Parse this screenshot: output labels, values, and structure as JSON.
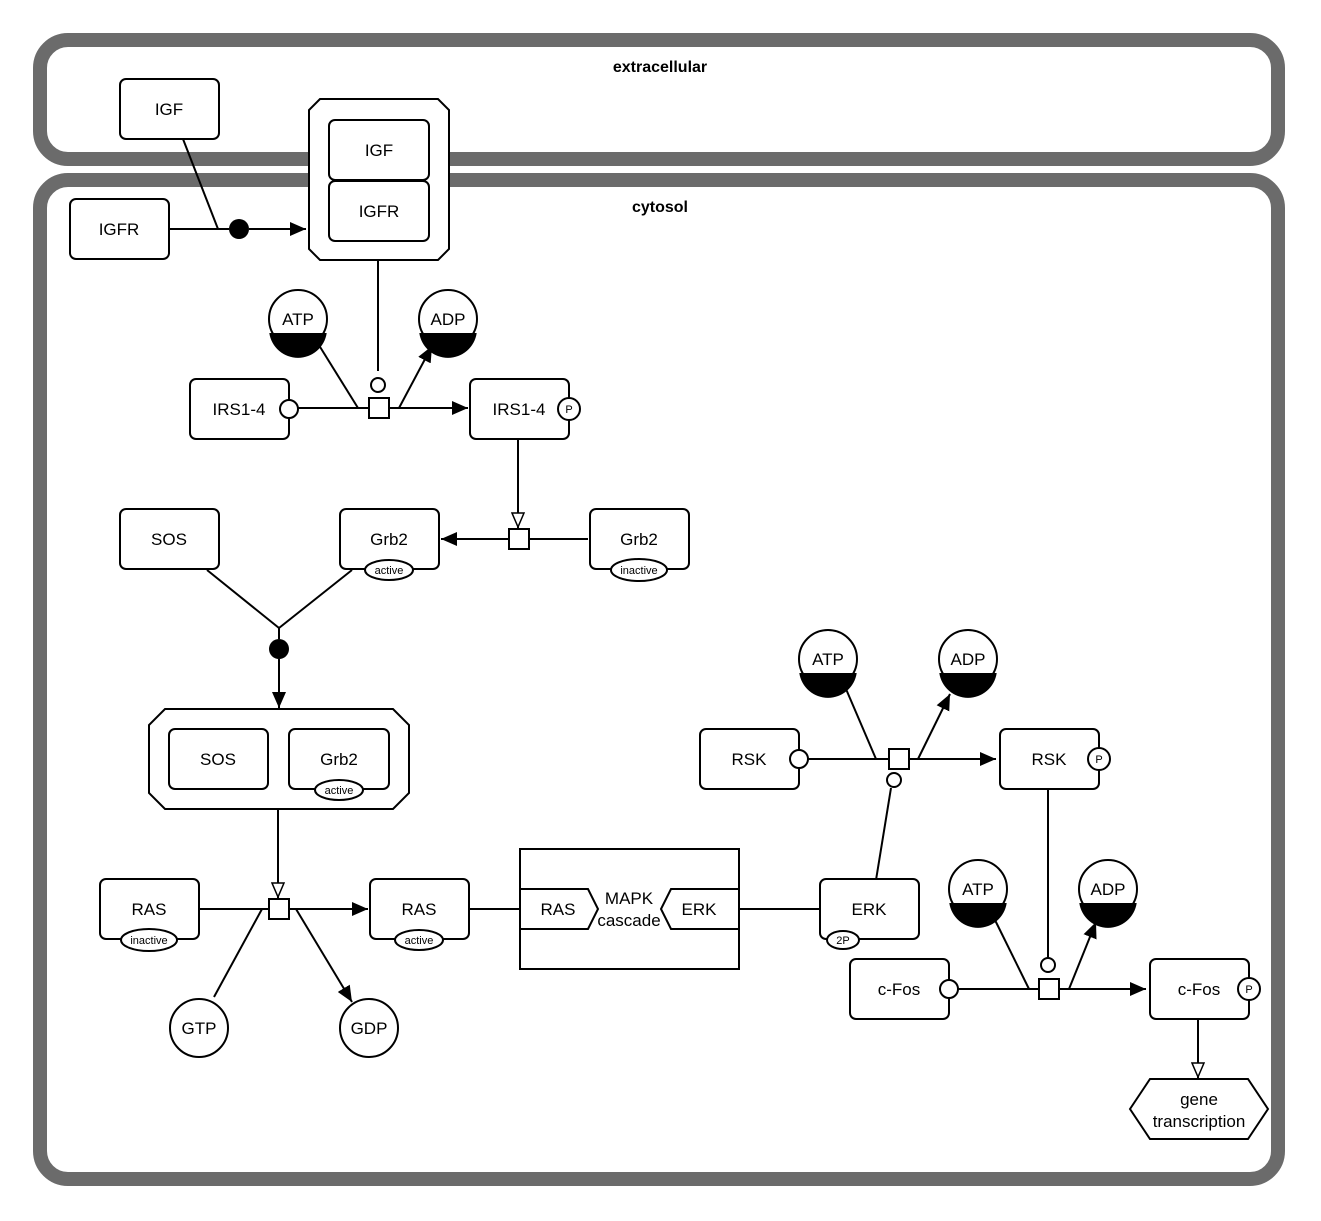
{
  "compartments": {
    "extracellular": "extracellular",
    "cytosol": "cytosol"
  },
  "nodes": {
    "igf": "IGF",
    "igfr": "IGFR",
    "complex_igf": "IGF",
    "complex_igfr": "IGFR",
    "atp1": "ATP",
    "adp1": "ADP",
    "irs_left": "IRS1-4",
    "irs_right": "IRS1-4",
    "sos": "SOS",
    "grb2_active": "Grb2",
    "grb2_inactive": "Grb2",
    "complex_sos": "SOS",
    "complex_grb2": "Grb2",
    "ras_inactive": "RAS",
    "ras_active": "RAS",
    "gtp": "GTP",
    "gdp": "GDP",
    "mapk_ras": "RAS",
    "mapk_erk": "ERK",
    "mapk_title_1": "MAPK",
    "mapk_title_2": "cascade",
    "erk": "ERK",
    "atp2": "ATP",
    "adp2": "ADP",
    "rsk_left": "RSK",
    "rsk_right": "RSK",
    "atp3": "ATP",
    "adp3": "ADP",
    "cfos_left": "c-Fos",
    "cfos_right": "c-Fos",
    "gene_1": "gene",
    "gene_2": "transcription"
  },
  "states": {
    "p": "P",
    "active": "active",
    "inactive": "inactive",
    "twop": "2P"
  },
  "colors": {
    "compartment_border": "#6b6b6b",
    "line": "#000000",
    "fill": "#ffffff"
  }
}
